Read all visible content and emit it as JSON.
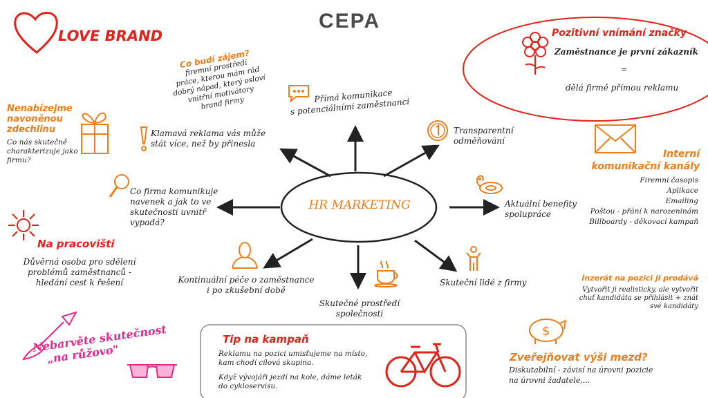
{
  "colors": {
    "red": "#e2231a",
    "orange": "#ee7d1a",
    "magenta": "#e6288c",
    "dark": "#222222",
    "logo_gray": "#4a4a4a"
  },
  "logo": {
    "text": "CEPA"
  },
  "love_brand": {
    "title": "LOVE BRAND",
    "icon": "heart-icon"
  },
  "center": {
    "label": "HR MARKETING"
  },
  "interest": {
    "title": "Co budí zájem?",
    "lines": [
      "firemní prostředí",
      "práce, kterou mám rád",
      "dobrý nápad, který osloví",
      "vnitřní motivátory",
      "brand firmy"
    ]
  },
  "positive": {
    "title": "Pozitivní vnímání značky",
    "line1": "Zaměstnance je první zákazník",
    "eq": "=",
    "line2": "dělá firmě přímou reklamu",
    "icon": "flower-icon"
  },
  "breathing": {
    "title_lines": [
      "Nenabízejme",
      "navoněnou",
      "zdechlinu"
    ],
    "text_lines": [
      "Co nás skutečně",
      "charakterizuje jako",
      "firmu?"
    ],
    "icon": "gift-icon"
  },
  "deceptive": {
    "lines": [
      "Klamavá reklama vás může",
      "stát více, než by přinesla"
    ],
    "icon": "exclamation-icon"
  },
  "direct": {
    "lines": [
      "Přímá komunikace",
      "s potenciálními zaměstnanci"
    ],
    "icon": "speech-bubble-icon"
  },
  "transparent": {
    "lines": [
      "Transparentní",
      "odměňování"
    ],
    "icon": "coin-icon"
  },
  "internal": {
    "title_lines": [
      "Interní",
      "komunikační kanály"
    ],
    "items": [
      "Firemní časopis",
      "Aplikace",
      "Emailing",
      "Poštou - přání k narozeninám",
      "Billboardy - děkovací kampaň"
    ],
    "icon": "envelope-icon"
  },
  "outward": {
    "lines": [
      "Co firma komunikuje",
      "navenek a jak to ve",
      "skutečnosti uvnitř",
      "vypadá?"
    ],
    "icon": "magnifier-icon"
  },
  "benefits": {
    "lines": [
      "Aktuální benefity",
      "spolupráce"
    ],
    "icon": "swim-ring-icon"
  },
  "workplace": {
    "title": "Na pracovišti",
    "lines": [
      "Důvěrná osoba pro sdělení",
      "problémů zaměstnanců -",
      "hledání cest k řešení"
    ],
    "icon": "sun-burst-icon"
  },
  "care": {
    "lines": [
      "Kontinuální péče o zaměstnance",
      "i po zkušební době"
    ],
    "icon": "person-icon"
  },
  "reality": {
    "lines": [
      "Skutečné prostředí",
      "společnosti"
    ],
    "icon": "coffee-cup-icon"
  },
  "real_people": {
    "lines": [
      "Skuteční lidé z firmy"
    ],
    "icon": "standing-person-icon"
  },
  "ad_sells": {
    "title": "Inzerát na pozici ji prodává",
    "lines": [
      "Vytvořit ji realisticky, ale vytvořit",
      "chuť kandidáta se přihlásit + znát",
      "své kandidáty"
    ]
  },
  "pink": {
    "lines": [
      "Nebarvěte skutečnost",
      "„na růžovo\""
    ],
    "icons": [
      "paintbrush-icon",
      "sunglasses-icon"
    ]
  },
  "tip": {
    "title": "Tip na kampaň",
    "p1_lines": [
      "Reklamu na pozici umisťujeme na místo,",
      "kam chodí cílová skupina."
    ],
    "p2_lines": [
      "Když vývojáři jezdí na kole, dáme leták",
      "do cykloservisu."
    ],
    "icon": "bicycle-icon"
  },
  "salary": {
    "title": "Zveřejňovat výši mezd?",
    "lines": [
      "Diskutabilní - závisí na úrovni pozicie",
      "na úrovni žadatele,..."
    ],
    "icon": "piggy-bank-icon"
  }
}
